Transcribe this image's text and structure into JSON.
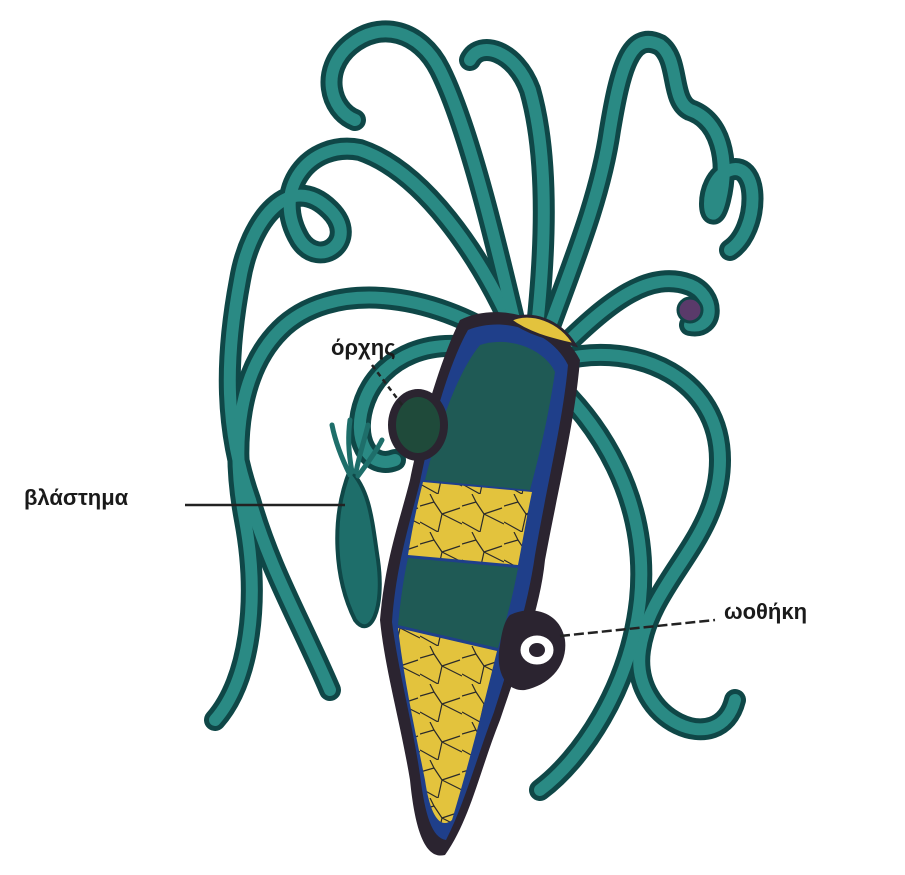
{
  "labels": {
    "testis": "όρχης",
    "bud": "βλάστημα",
    "ovary": "ωοθήκη"
  },
  "colors": {
    "tentacle": "#1e6e6a",
    "tentacle_edge": "#0f4747",
    "body_dark": "#1f5a55",
    "gastrodermis": "#1f3f8a",
    "endoderm_yellow": "#e3c33d",
    "outline": "#2b2430",
    "leader": "#222222"
  }
}
